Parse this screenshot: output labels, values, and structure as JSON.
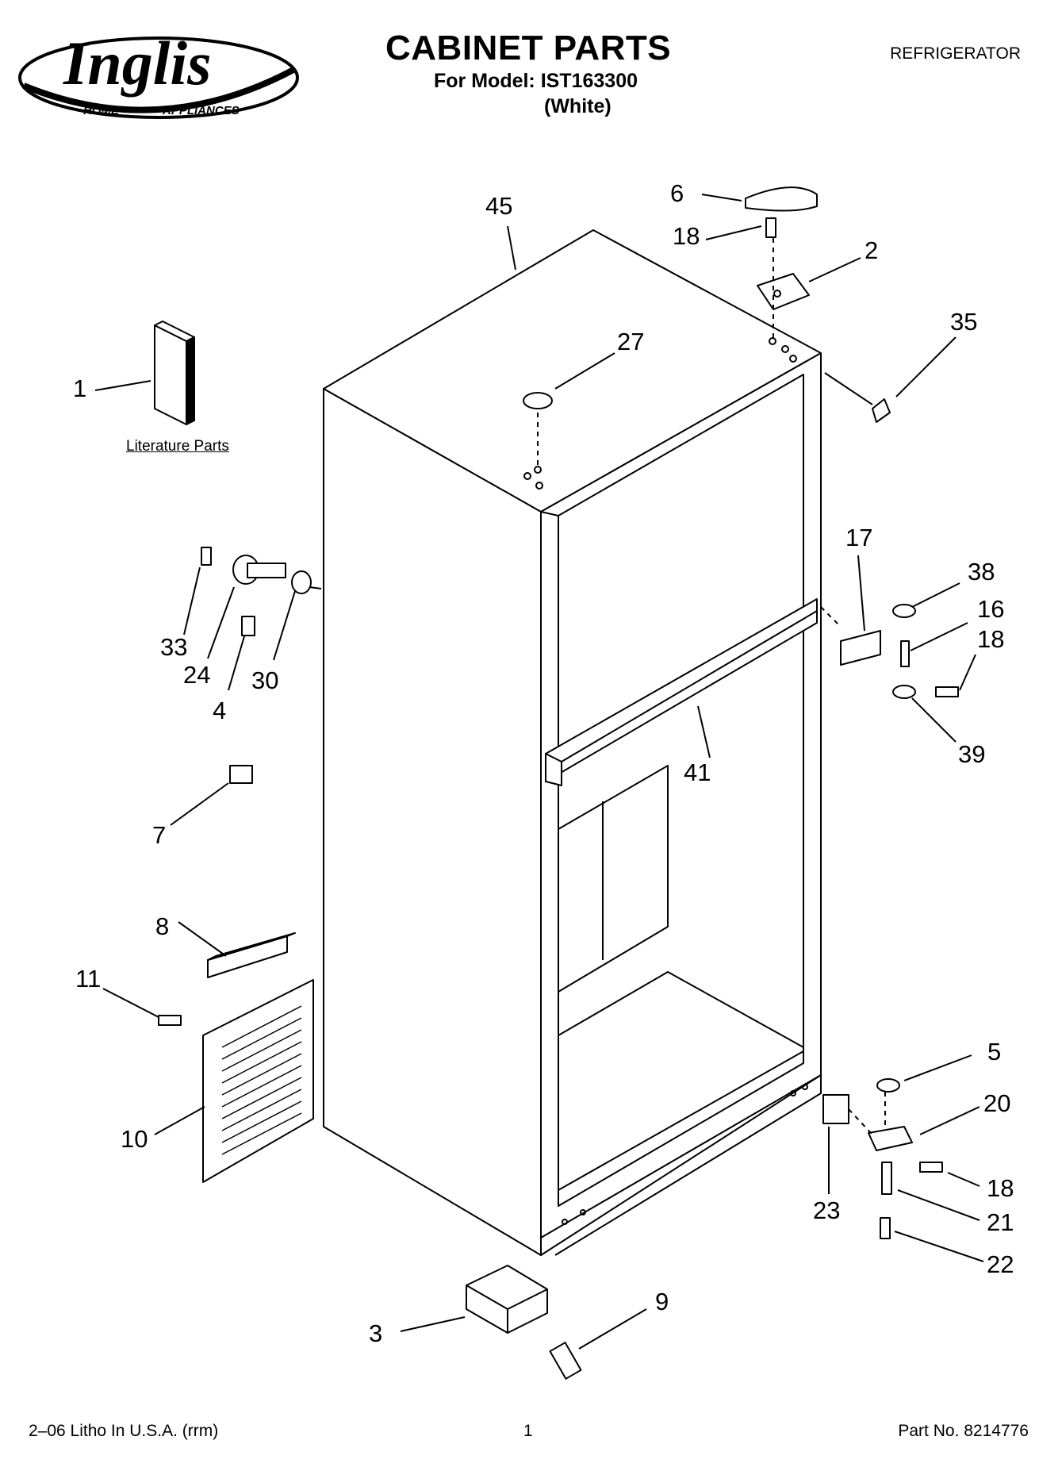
{
  "header": {
    "logo_text": "Inglis",
    "logo_sub_left": "HOME",
    "logo_sub_right": "APPLIANCES",
    "title": "CABINET PARTS",
    "model_line": "For Model: IST163300",
    "color_line": "(White)",
    "category": "REFRIGERATOR"
  },
  "diagram": {
    "literature_label": "Literature Parts",
    "callouts": [
      "1",
      "45",
      "6",
      "18",
      "2",
      "35",
      "27",
      "33",
      "24",
      "30",
      "4",
      "17",
      "38",
      "16",
      "18",
      "39",
      "41",
      "7",
      "8",
      "11",
      "10",
      "5",
      "20",
      "18",
      "23",
      "21",
      "22",
      "3",
      "9"
    ]
  },
  "footer": {
    "left": "2–06 Litho In U.S.A. (rrm)",
    "page": "1",
    "part_no": "Part No. 8214776"
  }
}
